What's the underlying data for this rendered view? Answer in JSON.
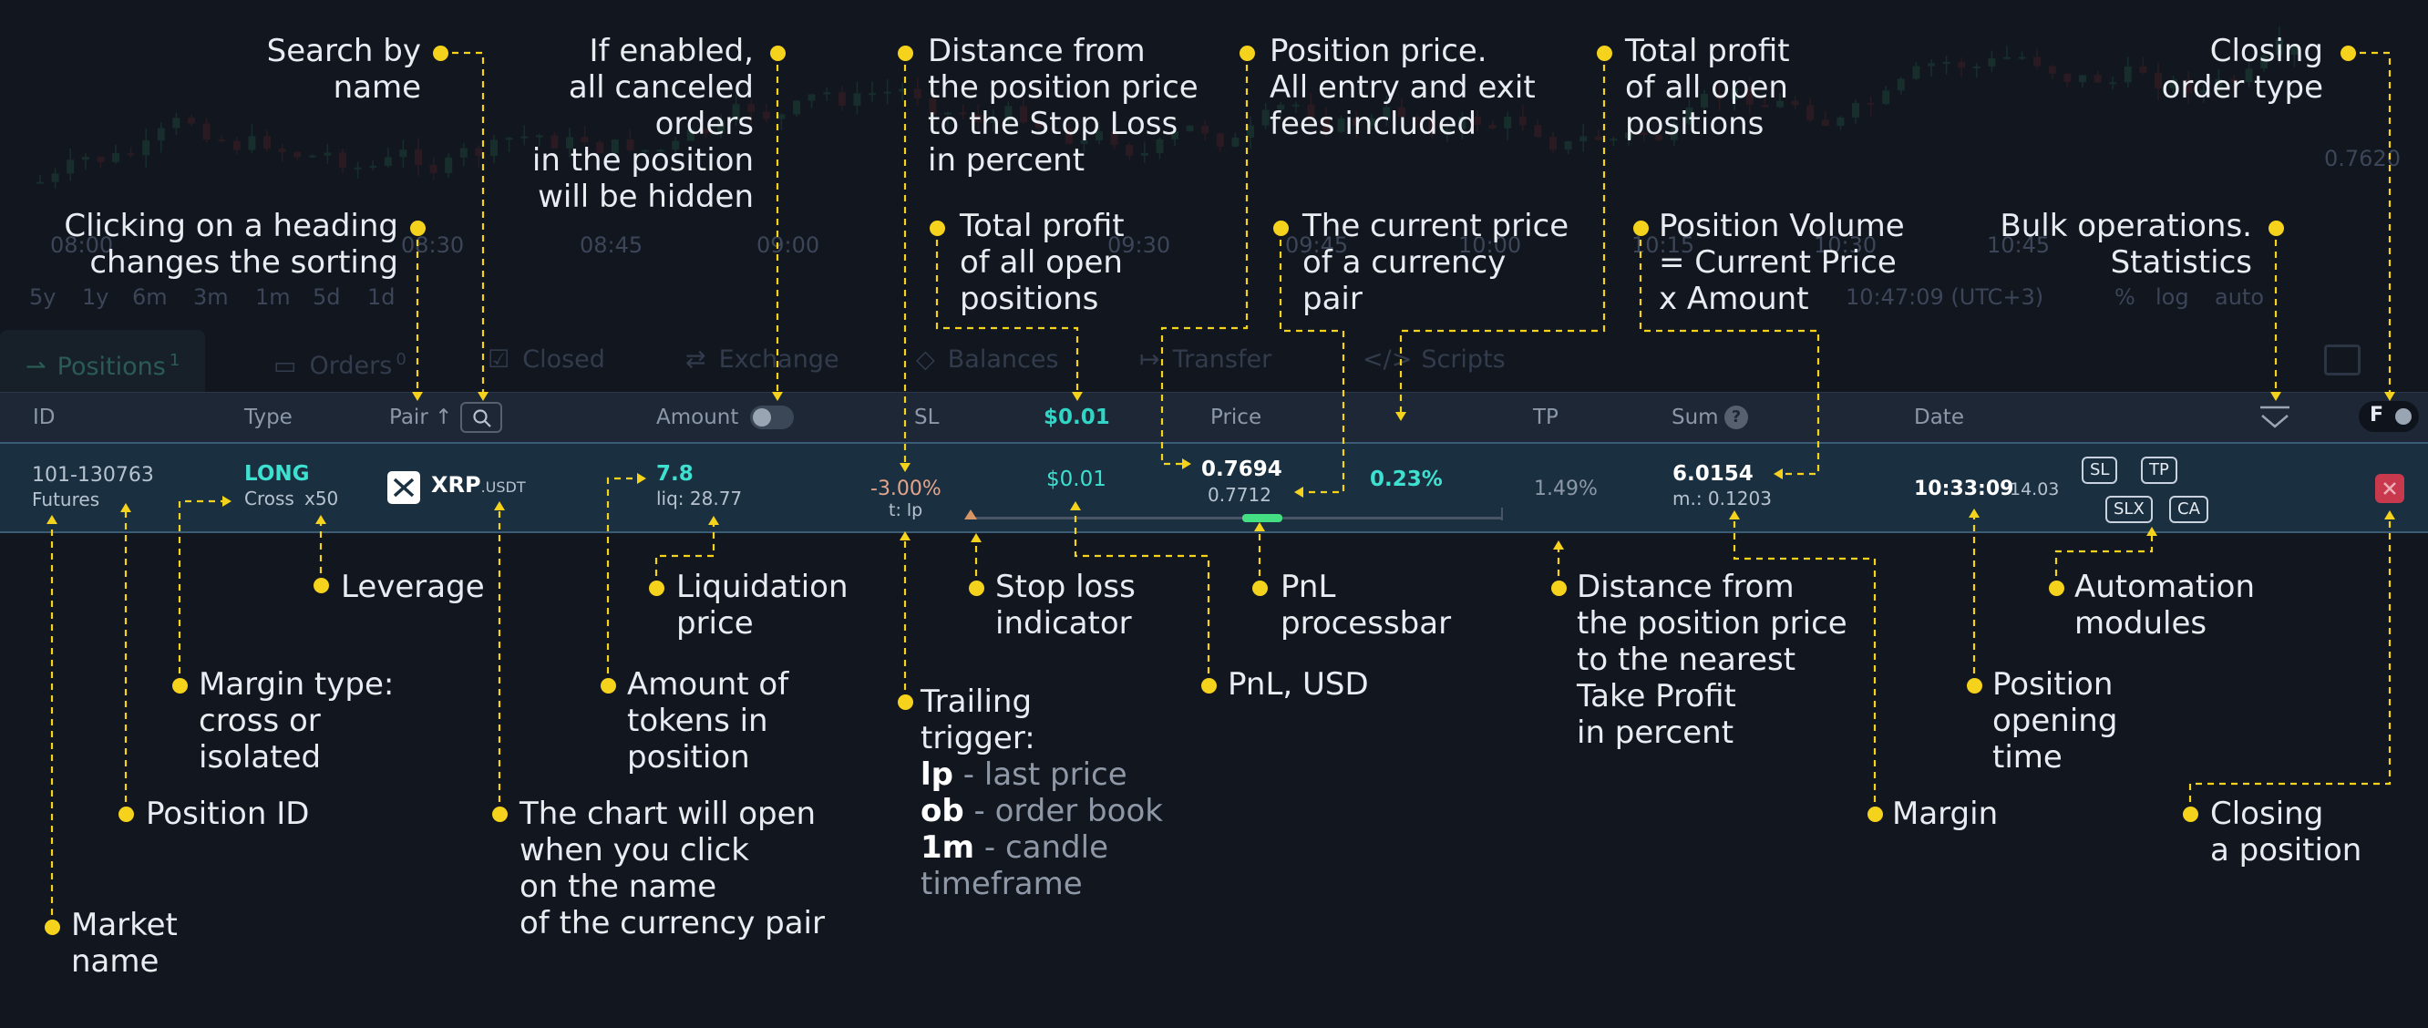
{
  "background": {
    "time_labels": [
      "08:00",
      "08:30",
      "08:45",
      "09:00",
      "09:30",
      "09:45",
      "10:00",
      "10:15",
      "10:30",
      "10:45"
    ],
    "price_labels": [
      "0.7620"
    ],
    "timeframes": [
      "5y",
      "1y",
      "6m",
      "3m",
      "1m",
      "5d",
      "1d"
    ],
    "clock": "10:47:09 (UTC+3)",
    "scale_options": [
      "%",
      "log",
      "auto"
    ]
  },
  "tabs": [
    {
      "label": "Positions",
      "count": "1"
    },
    {
      "label": "Orders",
      "count": "0"
    },
    {
      "label": "Closed"
    },
    {
      "label": "Exchange"
    },
    {
      "label": "Balances"
    },
    {
      "label": "Transfer"
    },
    {
      "label": "Scripts"
    }
  ],
  "header": {
    "id": "ID",
    "type": "Type",
    "pair": "Pair ↑",
    "amount": "Amount",
    "sl": "SL",
    "pnl_total": "$0.01",
    "price": "Price",
    "tp": "TP",
    "sum": "Sum",
    "sum_help": "?",
    "date": "Date",
    "closing_type": "F"
  },
  "position": {
    "id": "101-130763",
    "market": "Futures",
    "side": "LONG",
    "margin_type": "Cross",
    "leverage": "x50",
    "pair_base": "XRP",
    "pair_quote": ".USDT",
    "amount": "7.8",
    "liq": "liq: 28.77",
    "sl_pct": "-3.00%",
    "trailing": "t: lp",
    "pnl_usd": "$0.01",
    "position_price": "0.7694",
    "current_price": "0.7712",
    "pnl_pct": "0.23%",
    "tp_pct": "1.49%",
    "sum": "6.0154",
    "margin": "m.: 0.1203",
    "time": "10:33:09",
    "date": "14.03",
    "modules": [
      "SL",
      "TP",
      "SLX",
      "CA"
    ],
    "close_icon": "x-icon",
    "pnl_progress": 0.55
  },
  "annotations": {
    "search": "Search by\nname",
    "hide_canceled": "If enabled,\nall canceled\norders\nin the position\nwill be hidden",
    "sl_distance": "Distance from\nthe position price\nto the Stop Loss\nin percent",
    "position_price": "Position price.\nAll entry and exit\nfees included",
    "total_profit_top": "Total profit\nof all open\npositions",
    "closing_type": "Closing\norder type",
    "sorting": "Clicking on a heading\nchanges the sorting",
    "total_profit": "Total profit\nof all open\npositions",
    "current_price": "The current price\nof a currency\npair",
    "volume": "Position Volume\n= Current Price\nx Amount",
    "bulk": "Bulk operations.\nStatistics",
    "leverage": "Leverage",
    "liq_price": "Liquidation\nprice",
    "sl_indicator": "Stop loss\nindicator",
    "pnl_bar": "PnL\nprocessbar",
    "tp_distance": "Distance from\nthe position price\nto the nearest\nTake Profit\nin percent",
    "automation": "Automation\nmodules",
    "margin_type": "Margin type:\ncross or\nisolated",
    "amount_tokens": "Amount of\ntokens in\nposition",
    "pnl_usd": "PnL, USD",
    "opening_time": "Position\nopening\ntime",
    "position_id": "Position ID",
    "chart_open": "The chart will open\nwhen you click\non the name\nof the currency pair",
    "margin": "Margin",
    "closing_position": "Closing\na position",
    "market_name": "Market\nname",
    "trailing": {
      "title": "Trailing\ntrigger:",
      "items": [
        {
          "key": "lp",
          "desc": " - last price"
        },
        {
          "key": "ob",
          "desc": " - order book"
        },
        {
          "key": "1m",
          "desc": " - candle\ntimeframe"
        }
      ]
    }
  },
  "colors": {
    "accent": "#f5d21b",
    "teal": "#32d5c5",
    "long": "#3ee0d0",
    "close": "#c9394e"
  }
}
